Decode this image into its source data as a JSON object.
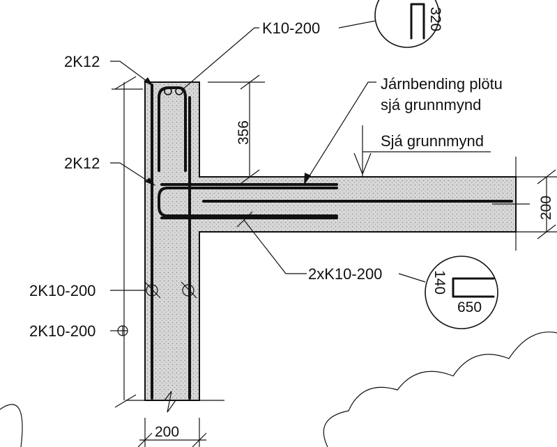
{
  "labels": {
    "rebar_top_stirrup": "K10-200",
    "bar_2k12_top": "2K12",
    "bar_2k12_mid": "2K12",
    "slab_reinf_line1": "Járnbending plötu",
    "slab_reinf_line2": "sjá grunnmynd",
    "see_plan": "Sjá grunnmynd",
    "dim_356": "356",
    "dim_200_slab": "200",
    "dim_200_wall": "200",
    "bar_2k10_200_a": "2K10-200",
    "bar_2k10_200_b": "2K10-200",
    "bar_2xk10_200": "2xK10-200"
  },
  "bar_shapes": {
    "top_circle_dim": "320",
    "bottom_circle_dim_short": "140",
    "bottom_circle_dim_long": "650"
  },
  "colors": {
    "ink": "#111111",
    "concrete_fill": "#d9d9d9",
    "paper": "#ffffff"
  }
}
